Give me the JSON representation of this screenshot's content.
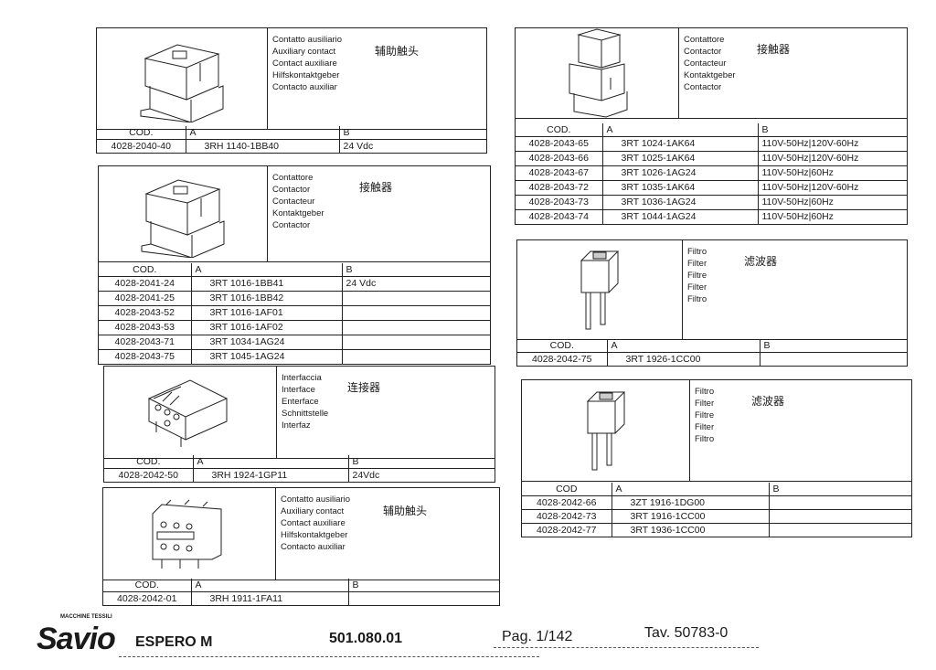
{
  "blocks": [
    {
      "id": "b1",
      "illustration": "auxiliary-contact",
      "descriptions": [
        "Contatto ausiliario",
        "Auxiliary contact",
        "Contact auxiliare",
        "Hilfskontaktgeber",
        "Contacto auxiliar"
      ],
      "chinese": "辅助触头",
      "headers": [
        "COD.",
        "A",
        "B"
      ],
      "rows": [
        [
          "4028-2040-40",
          "3RH 1140-1BB40",
          "24 Vdc"
        ]
      ]
    },
    {
      "id": "b2",
      "illustration": "contactor",
      "descriptions": [
        "Contattore",
        "Contactor",
        "Contacteur",
        "Kontaktgeber",
        "Contactor"
      ],
      "chinese": "接触器",
      "headers": [
        "COD.",
        "A",
        "B"
      ],
      "rows": [
        [
          "4028-2041-24",
          "3RT 1016-1BB41",
          "24 Vdc"
        ],
        [
          "4028-2041-25",
          "3RT 1016-1BB42",
          ""
        ],
        [
          "4028-2043-52",
          "3RT 1016-1AF01",
          ""
        ],
        [
          "4028-2043-53",
          "3RT 1016-1AF02",
          ""
        ],
        [
          "4028-2043-71",
          "3RT 1034-1AG24",
          ""
        ],
        [
          "4028-2043-75",
          "3RT 1045-1AG24",
          ""
        ]
      ]
    },
    {
      "id": "b3",
      "illustration": "interface",
      "descriptions": [
        "Interfaccia",
        "Interface",
        "Enterface",
        "Schnittstelle",
        "Interfaz"
      ],
      "chinese": "连接器",
      "headers": [
        "COD.",
        "A",
        "B"
      ],
      "rows": [
        [
          "4028-2042-50",
          "3RH 1924-1GP11",
          "24Vdc"
        ]
      ]
    },
    {
      "id": "b4",
      "illustration": "auxiliary-contact-block",
      "descriptions": [
        "Contatto ausiliario",
        "Auxiliary contact",
        "Contact auxiliare",
        "Hilfskontaktgeber",
        "Contacto auxiliar"
      ],
      "chinese": "辅助触头",
      "headers": [
        "COD.",
        "A",
        "B"
      ],
      "rows": [
        [
          "4028-2042-01",
          "3RH 1911-1FA11",
          ""
        ]
      ]
    },
    {
      "id": "b5",
      "illustration": "contactor-stacked",
      "descriptions": [
        "Contattore",
        "Contactor",
        "Contacteur",
        "Kontaktgeber",
        "Contactor"
      ],
      "chinese": "接触器",
      "headers": [
        "COD.",
        "A",
        "B"
      ],
      "rows": [
        [
          "4028-2043-65",
          "3RT 1024-1AK64",
          "110V-50Hz|120V-60Hz"
        ],
        [
          "4028-2043-66",
          "3RT 1025-1AK64",
          "110V-50Hz|120V-60Hz"
        ],
        [
          "4028-2043-67",
          "3RT 1026-1AG24",
          "110V-50Hz|60Hz"
        ],
        [
          "4028-2043-72",
          "3RT 1035-1AK64",
          "110V-50Hz|120V-60Hz"
        ],
        [
          "4028-2043-73",
          "3RT 1036-1AG24",
          "110V-50Hz|60Hz"
        ],
        [
          "4028-2043-74",
          "3RT 1044-1AG24",
          "110V-50Hz|60Hz"
        ]
      ]
    },
    {
      "id": "b6",
      "illustration": "filter",
      "descriptions": [
        "Filtro",
        "Filter",
        "Filtre",
        "Filter",
        "Filtro"
      ],
      "chinese": "滤波器",
      "headers": [
        "COD.",
        "A",
        "B"
      ],
      "rows": [
        [
          "4028-2042-75",
          "3RT 1926-1CC00",
          ""
        ]
      ]
    },
    {
      "id": "b7",
      "illustration": "filter",
      "descriptions": [
        "Filtro",
        "Filter",
        "Filtre",
        "Filter",
        "Filtro"
      ],
      "chinese": "滤波器",
      "headers": [
        "COD",
        "A",
        "B"
      ],
      "rows": [
        [
          "4028-2042-66",
          "3ZT 1916-1DG00",
          ""
        ],
        [
          "4028-2042-73",
          "3RT 1916-1CC00",
          ""
        ],
        [
          "4028-2042-77",
          "3RT 1936-1CC00",
          ""
        ]
      ]
    }
  ],
  "footer": {
    "logo": "Savio",
    "logo_tagline": "MACCHINE TESSILI",
    "machine": "ESPERO M",
    "code": "501.080.01",
    "page": "Pag. 1/142",
    "table": "Tav. 50783-0"
  }
}
